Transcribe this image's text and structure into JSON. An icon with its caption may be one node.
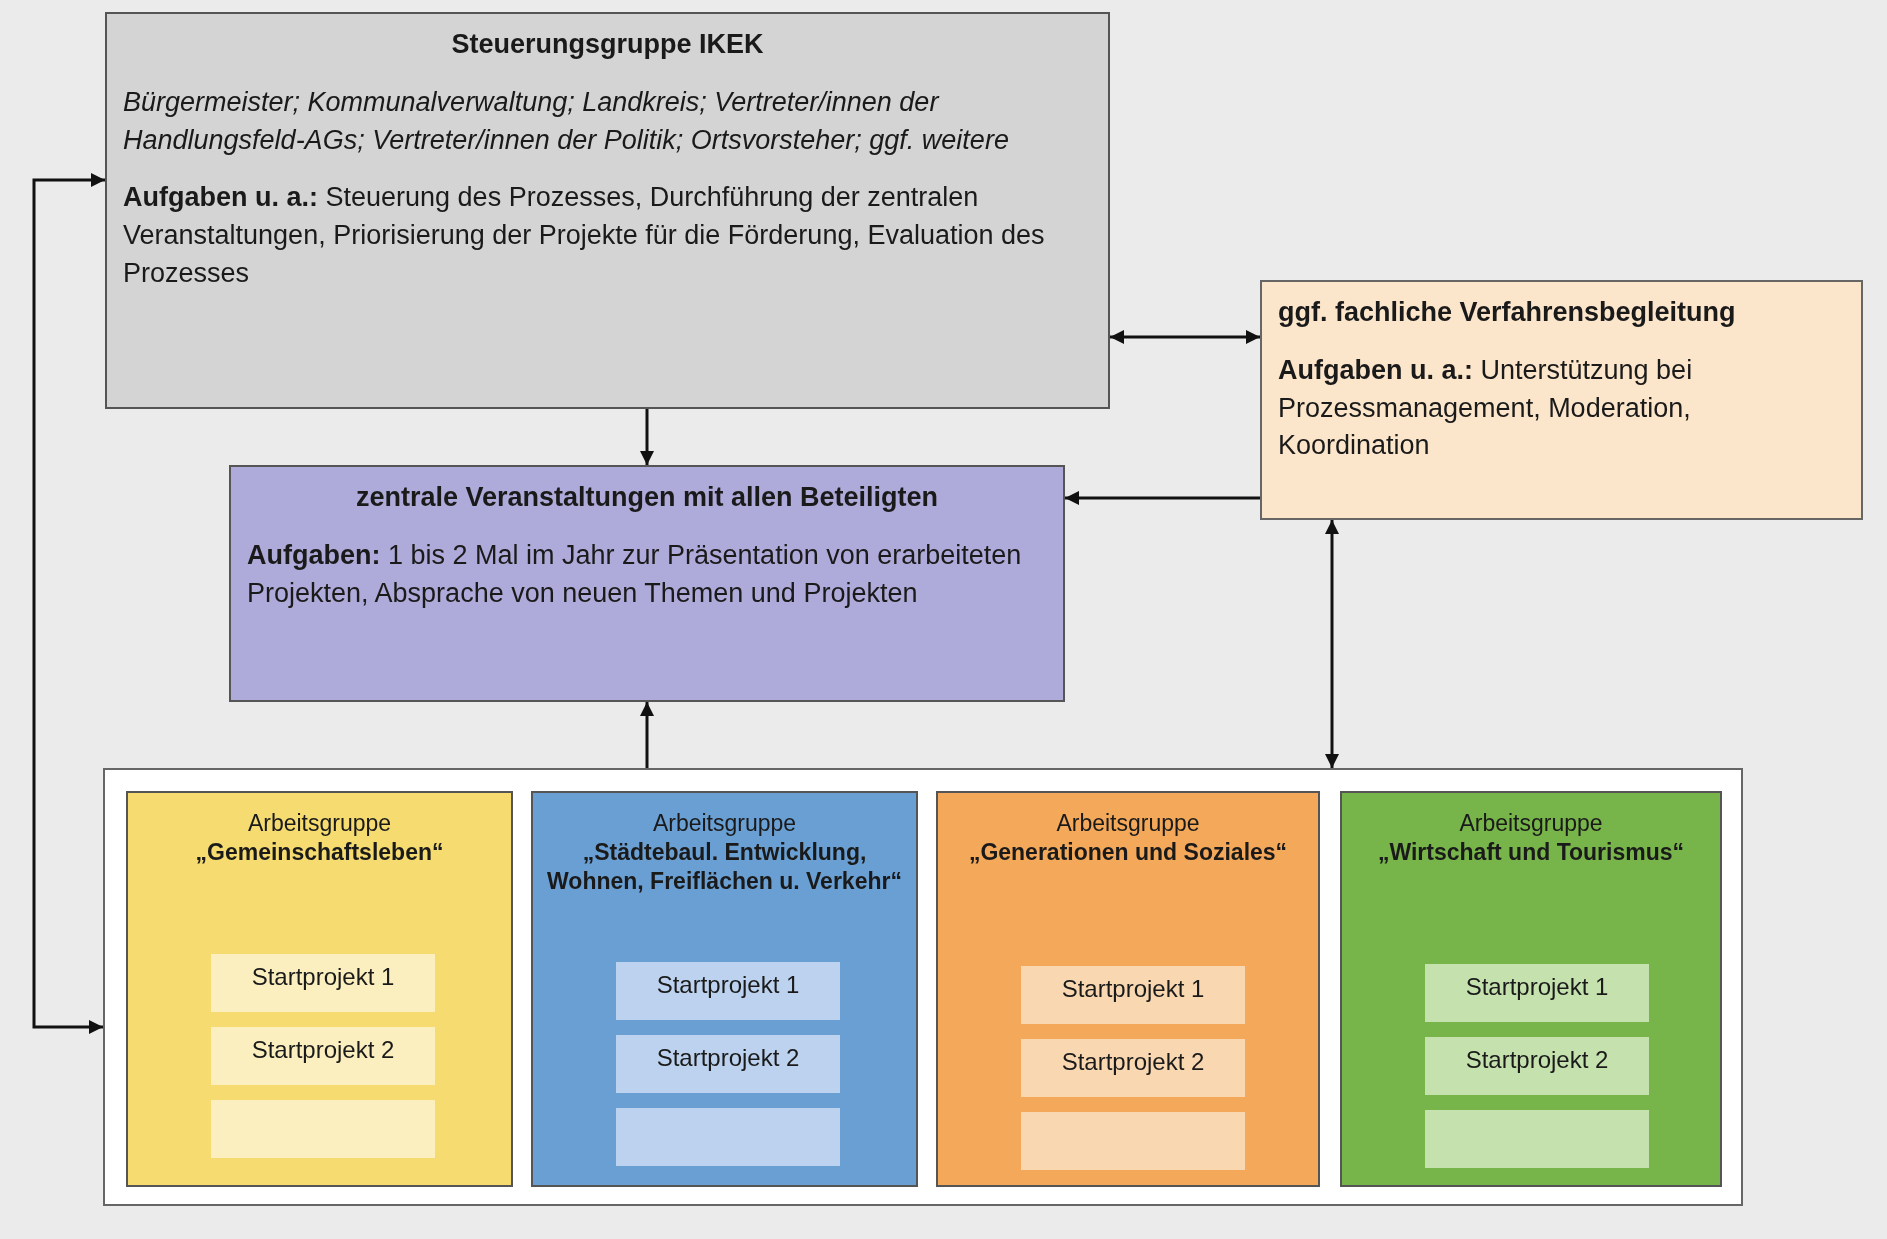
{
  "diagram": {
    "nodes": [
      {
        "text": [
          "Steuerungsgruppe IKEK",
          "Bürgermeister; Kommunalverwaltung; Landkreis; Vertreter/innen der Handlungsfeld-AGs; Vertreter/innen der Politik; Ortsvorsteher; ggf. weitere",
          "**Aufgaben u. a.:** Steuerung des Prozesses, Durchführung der zentralen Veranstaltungen, Priorisierung der Projekte für die Förderung, Evaluation des Prozesses"
        ]
      },
      {
        "text": [
          "ggf. fachliche Verfahrensbegleitung",
          "**Aufgaben u. a.:** Unterstützung bei Prozessmanagement, Moderation, Koordination"
        ]
      },
      {
        "text": [
          "zentrale Veranstaltungen mit allen Beteiligten",
          "**Aufgaben:** 1 bis 2 Mal im Jahr zur Präsentation von erarbeiteten Projekten, Absprache von neuen Themen und Projekten"
        ]
      },
      {
        "text": [],
        "shape": "box"
      },
      {
        "text": [
          "Arbeitsgruppe",
          "„Gemeinschaftsleben“"
        ],
        "in": 3
      },
      {
        "text": [
          "Startprojekt 1"
        ],
        "in": 4
      },
      {
        "text": [
          "Startprojekt 2"
        ],
        "in": 4
      },
      {
        "text": [],
        "shape": "box",
        "in": 4
      },
      {
        "text": [
          "Arbeitsgruppe",
          "„Städtebaul. Entwicklung, Wohnen, Freiflächen u. Verkehr“"
        ],
        "in": 3
      },
      {
        "text": [
          "Startprojekt 1"
        ],
        "in": 8
      },
      {
        "text": [
          "Startprojekt 2"
        ],
        "in": 8
      },
      {
        "text": [],
        "shape": "box",
        "in": 8
      },
      {
        "text": [
          "Arbeitsgruppe",
          "„Generationen und Soziales“"
        ],
        "in": 3
      },
      {
        "text": [
          "Startprojekt 1"
        ],
        "in": 12
      },
      {
        "text": [
          "Startprojekt 2"
        ],
        "in": 12
      },
      {
        "text": [],
        "shape": "box",
        "in": 12
      },
      {
        "text": [
          "Arbeitsgruppe",
          "„Wirtschaft und Tourismus“"
        ],
        "in": 3
      },
      {
        "text": [
          "Startprojekt 1"
        ],
        "in": 16
      },
      {
        "text": [
          "Startprojekt 2"
        ],
        "in": 16
      },
      {
        "text": [],
        "shape": "box",
        "in": 16
      }
    ],
    "edges": [
      {
        "from": 0,
        "to": 2,
        "arrow": "to"
      },
      {
        "from": 0,
        "to": 1,
        "arrow": "both"
      },
      {
        "from": 1,
        "to": 2,
        "arrow": "to"
      },
      {
        "from": 3,
        "to": 2,
        "arrow": "to"
      },
      {
        "from": 1,
        "to": 3,
        "arrow": "both"
      },
      {
        "from": 0,
        "to": 3,
        "arrow": "both"
      }
    ]
  }
}
